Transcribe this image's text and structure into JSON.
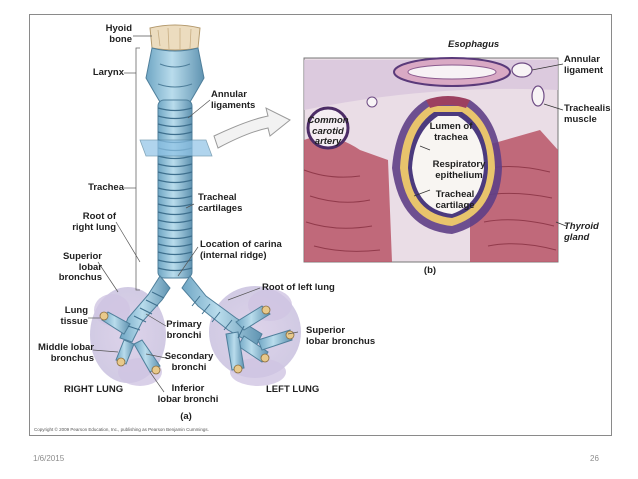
{
  "labels_a": {
    "hyoid_bone": "Hyoid\nbone",
    "larynx": "Larynx",
    "annular_ligaments": "Annular\nligaments",
    "trachea": "Trachea",
    "tracheal_cartilages": "Tracheal\ncartilages",
    "root_right_lung": "Root of\nright lung",
    "carina": "Location of carina\n(internal ridge)",
    "superior_lobar_bronchus": "Superior\nlobar\nbronchus",
    "root_left_lung": "Root of left lung",
    "lung_tissue": "Lung\ntissue",
    "primary_bronchi": "Primary\nbronchi",
    "superior_lobar_bronchus_left": "Superior\nlobar bronchus",
    "middle_lobar_bronchus": "Middle lobar\nbronchus",
    "secondary_bronchi": "Secondary\nbronchi",
    "right_lung": "RIGHT LUNG",
    "inferior_lobar_bronchi": "Inferior\nlobar bronchi",
    "left_lung": "LEFT LUNG",
    "panel_a": "(a)"
  },
  "labels_b": {
    "esophagus": "Esophagus",
    "annular_ligament": "Annular\nligament",
    "common_carotid_artery": "Common\ncarotid\nartery",
    "trachealis_muscle": "Trachealis\nmuscle",
    "lumen_of_trachea": "Lumen of\ntrachea",
    "respiratory_epithelium": "Respiratory\nepithelium",
    "tracheal_cartilage": "Tracheal\ncartilage",
    "thyroid_gland": "Thyroid\ngland",
    "panel_b": "(b)"
  },
  "copyright": "Copyright © 2009 Pearson Education, Inc., publishing as Pearson Benjamin Cummings.",
  "footer": {
    "date": "1/6/2015",
    "page": "26"
  },
  "colors": {
    "trachea_fill": "#9cc8de",
    "trachea_ring": "#5d8aa6",
    "hyoid": "#ecdcbf",
    "tissue": "#b8aed2",
    "histology_bg": "#e9dfe6",
    "muscle": "#b64b5a",
    "cartilage_band": "#e3c36a"
  }
}
